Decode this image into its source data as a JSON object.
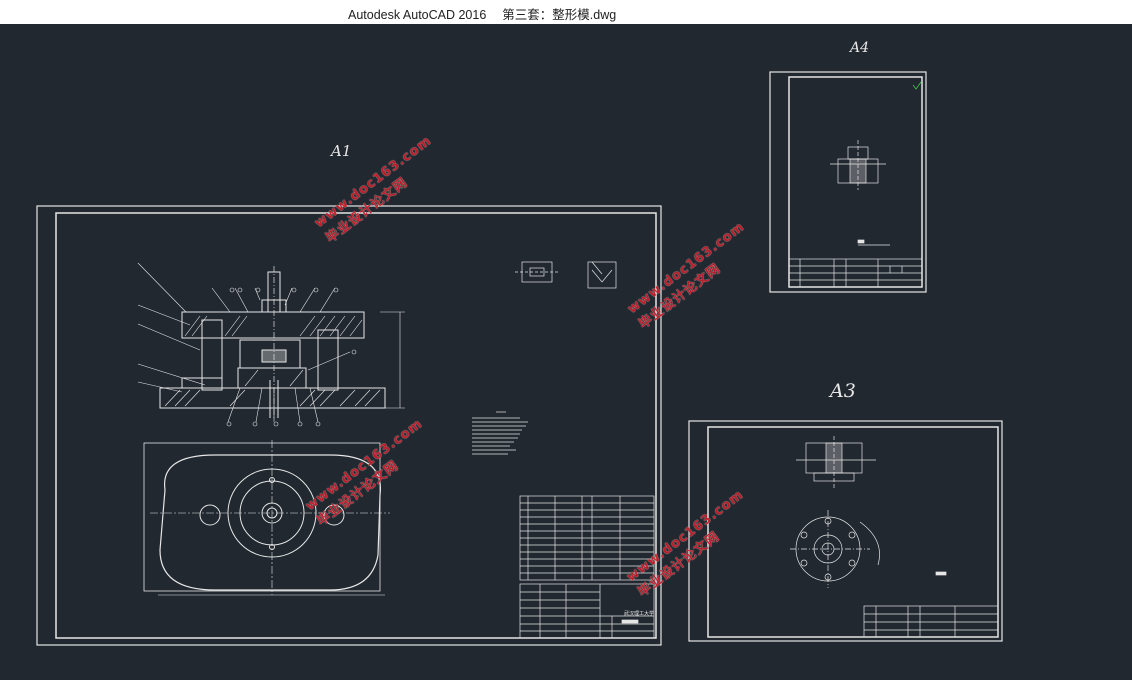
{
  "titlebar": {
    "app_name": "Autodesk AutoCAD 2016",
    "file_name": "第三套：整形模.dwg"
  },
  "sheets": {
    "a1": {
      "label": "A1"
    },
    "a4": {
      "label": "A4"
    },
    "a3": {
      "label": "A3"
    }
  },
  "title_block": {
    "school": "武汉理工大学"
  },
  "watermark": {
    "url": "www.doc163.com",
    "text": "毕业设计论文网"
  },
  "colors": {
    "background": "#212830",
    "lines": "#e6e6e6",
    "watermark": "#c61f2a"
  }
}
